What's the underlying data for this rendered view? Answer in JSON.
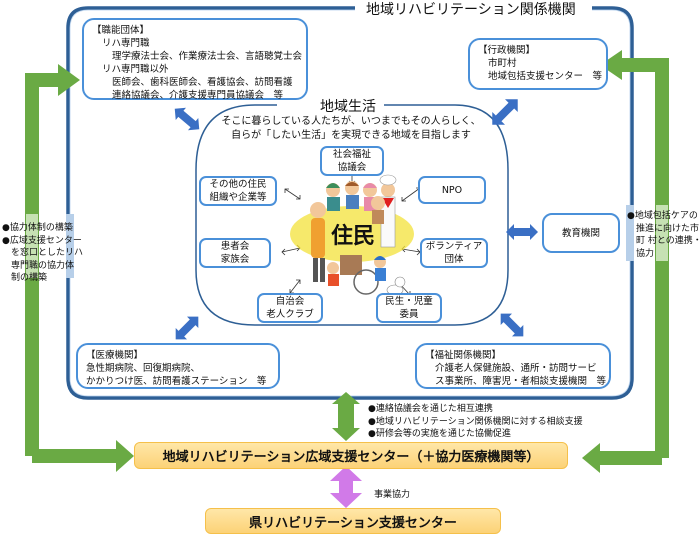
{
  "title": "地域リハビリテーション関係機関",
  "colors": {
    "frame_blue": "#2e5f95",
    "box_border": "#4a90d9",
    "arrow_blue": "#3a6fc4",
    "arrow_green": "#6aaa44",
    "arrow_purple": "#d17ae8",
    "center_fill": "#fcd277",
    "resident_highlight": "#f3e13a"
  },
  "organizations": {
    "professional": {
      "heading": "【職能団体】",
      "lines": [
        "リハ専門職",
        "理学療法士会、作業療法士会、言語聴覚士会",
        "リハ専門職以外",
        "医師会、歯科医師会、看護協会、訪問看護",
        "連絡協議会、介護支援専門員協議会　等"
      ]
    },
    "administrative": {
      "heading": "【行政機関】",
      "lines": [
        "市町村",
        "地域包括支援センター　等"
      ]
    },
    "education": {
      "label": "教育機関"
    },
    "medical": {
      "heading": "【医療機関】",
      "lines": [
        "急性期病院、回復期病院、",
        "かかりつけ医、訪問看護ステーション　等"
      ]
    },
    "welfare": {
      "heading": "【福祉関係機関】",
      "lines": [
        "介護老人保健施設、通所・訪問サービ",
        "ス事業所、障害児・者相談支援機関　等"
      ]
    }
  },
  "community_life": {
    "title": "地域生活",
    "description": [
      "そこに暮らしている人たちが、いつまでもその人らしく、",
      "自らが「したい生活」を実現できる地域を目指します"
    ],
    "center_label": "住民",
    "nodes": {
      "social_welfare": [
        "社会福祉",
        "協議会"
      ],
      "other_residents": [
        "その他の住民",
        "組織や企業等"
      ],
      "npo": [
        "NPO"
      ],
      "patients": [
        "患者会",
        "家族会"
      ],
      "volunteer": [
        "ボランティア",
        "団体"
      ],
      "neighborhood": [
        "自治会",
        "老人クラブ"
      ],
      "commissioners": [
        "民生・児童",
        "委員"
      ]
    }
  },
  "notes": {
    "left": [
      "●協力体制の構築",
      "●広域支援センター",
      "　を窓口としたリハ",
      "　専門職の協力体",
      "　制の構築"
    ],
    "right": [
      "●地域包括ケアの",
      "推進に向けた市",
      "町 村との連携・",
      "協力"
    ],
    "middle": [
      "●連絡協議会を通じた相互連携",
      "●地域リハビリテーション関係機関に対する相談支援",
      "●研修会等の実施を通じた協働促進"
    ],
    "cooperation": "事業協力"
  },
  "centers": {
    "regional": "地域リハビリテーション広域支援センター（＋協力医療機関等）",
    "prefectural": "県リハビリテーション支援センター"
  }
}
